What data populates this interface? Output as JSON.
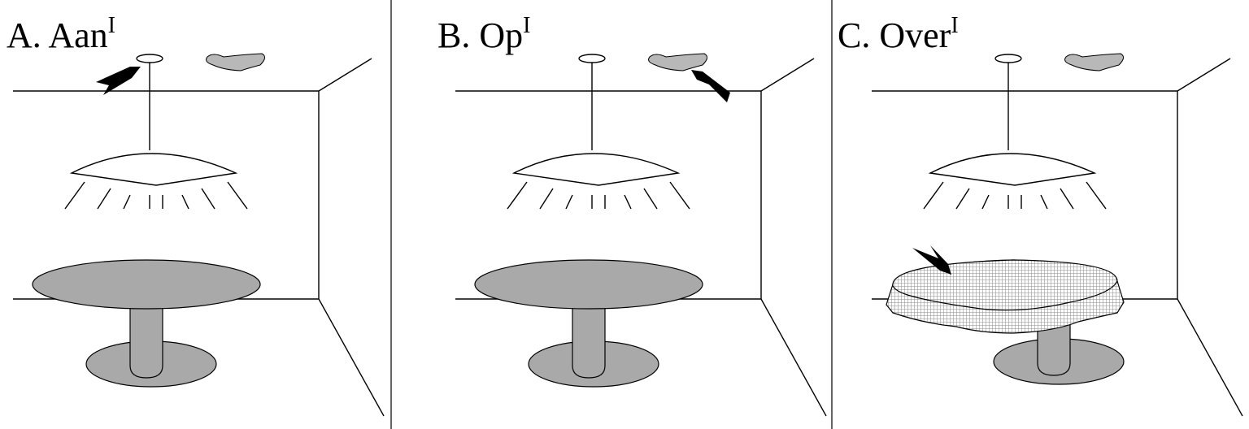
{
  "panels": [
    {
      "label": "A. Aan",
      "superscript": "I",
      "arrow_target": "ceiling-ring",
      "tablecloth": false
    },
    {
      "label": "B. Op",
      "superscript": "I",
      "arrow_target": "ceiling-stain",
      "tablecloth": false
    },
    {
      "label": "C. Over",
      "superscript": "I",
      "arrow_target": "tablecloth",
      "tablecloth": true
    }
  ],
  "colors": {
    "fill_gray": "#a9a9a9",
    "stain_gray": "#b8b8b8",
    "line": "#000000"
  }
}
